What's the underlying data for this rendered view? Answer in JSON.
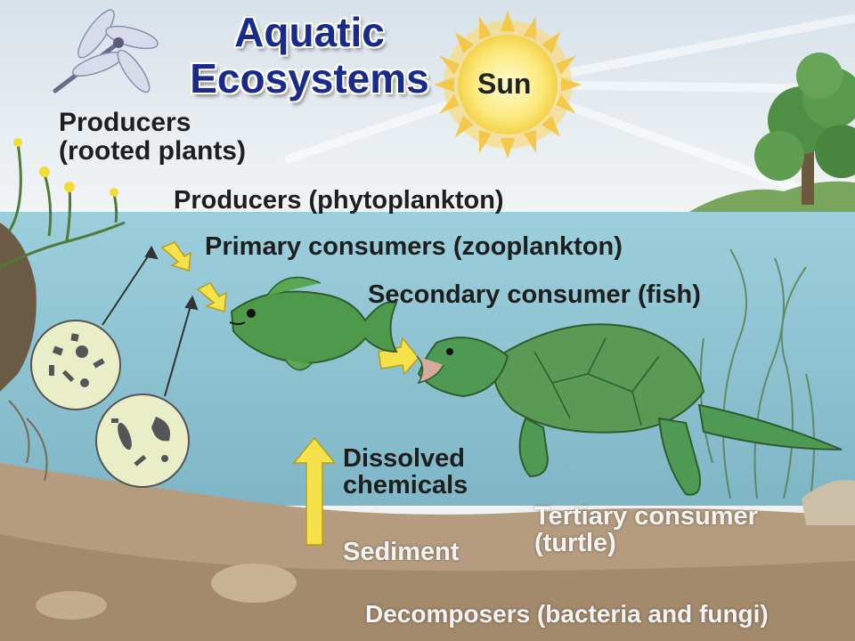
{
  "title": {
    "line1": "Aquatic",
    "line2": "Ecosystems"
  },
  "labels": {
    "sun": "Sun",
    "producers_rooted_line1": "Producers",
    "producers_rooted_line2": "(rooted plants)",
    "producers_phytoplankton": "Producers (phytoplankton)",
    "primary_consumers": "Primary consumers (zooplankton)",
    "secondary_consumer": "Secondary consumer (fish)",
    "dissolved_line1": "Dissolved",
    "dissolved_line2": "chemicals",
    "tertiary_line1": "Tertiary consumer",
    "tertiary_line2": "(turtle)",
    "sediment": "Sediment",
    "decomposers": "Decomposers (bacteria and fungi)"
  },
  "colors": {
    "sky": "#e8eef2",
    "water": "#8fc3d3",
    "sediment": "#b89f82",
    "sun": "#fce872",
    "arrow_yellow": "#f5e24a",
    "fish": "#4f9a4a",
    "turtle": "#4e9a55",
    "title": "#1a2a8a"
  },
  "icons": [
    "sun-icon",
    "dragonfly-icon",
    "fish-icon",
    "turtle-icon",
    "tree-icon",
    "plankton-circle-icon"
  ]
}
